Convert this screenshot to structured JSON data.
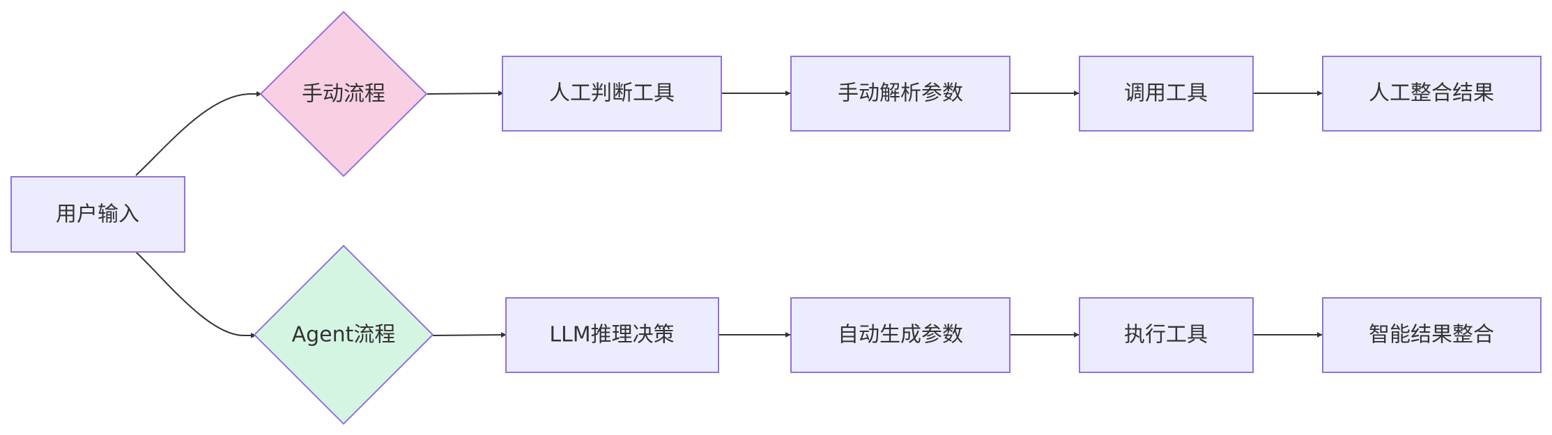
{
  "nodes": {
    "user_input": "用户输入",
    "manual_flow": "手动流程",
    "agent_flow": "Agent流程",
    "manual_step1": "人工判断工具",
    "manual_step2": "手动解析参数",
    "manual_step3": "调用工具",
    "manual_step4": "人工整合结果",
    "agent_step1": "LLM推理决策",
    "agent_step2": "自动生成参数",
    "agent_step3": "执行工具",
    "agent_step4": "智能结果整合"
  },
  "colors": {
    "rect_fill": "#ECECFF",
    "stroke": "#9370DB",
    "manual_diamond_fill": "#F9D0E3",
    "agent_diamond_fill": "#D5F5E3",
    "edge": "#333333",
    "text": "#333333"
  }
}
